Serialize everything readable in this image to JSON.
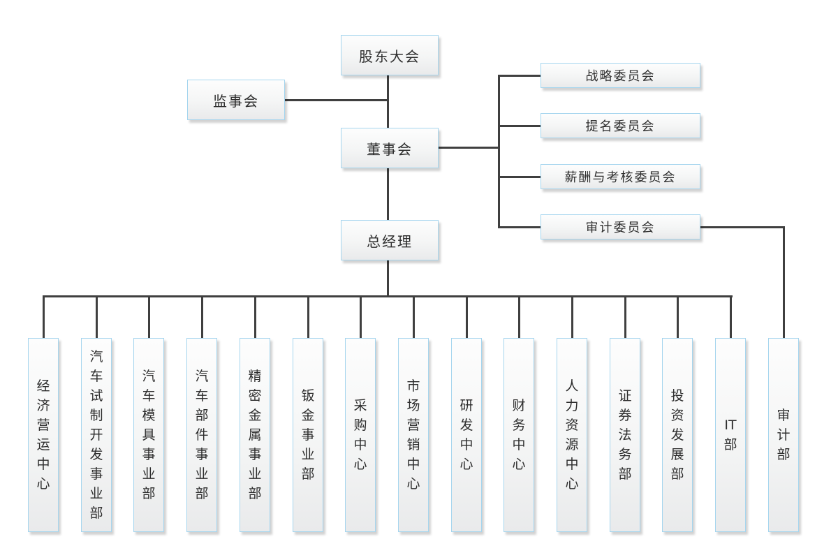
{
  "diagram": {
    "type": "org-chart",
    "colors": {
      "background": "#ffffff",
      "connector_line": "#3f3f3f",
      "box_border": "#a5d5ee",
      "box_fill_top": "#fdfdfd",
      "box_fill_bottom": "#e9eaeb",
      "text": "#2d2d2d"
    },
    "nodes": {
      "shareholders_meeting": "股东大会",
      "supervisory_board": "监事会",
      "board_of_directors": "董事会",
      "general_manager": "总经理"
    },
    "committees": [
      "战略委员会",
      "提名委员会",
      "薪酬与考核委员会",
      "审计委员会"
    ],
    "departments": [
      "经济营运中心",
      "汽车试制开发事业部",
      "汽车模具事业部",
      "汽车部件事业部",
      "精密金属事业部",
      "钣金事业部",
      "采购中心",
      "市场营销中心",
      "研发中心",
      "财务中心",
      "人力资源中心",
      "证券法务部",
      "投资发展部",
      "IT部",
      "审计部"
    ]
  }
}
